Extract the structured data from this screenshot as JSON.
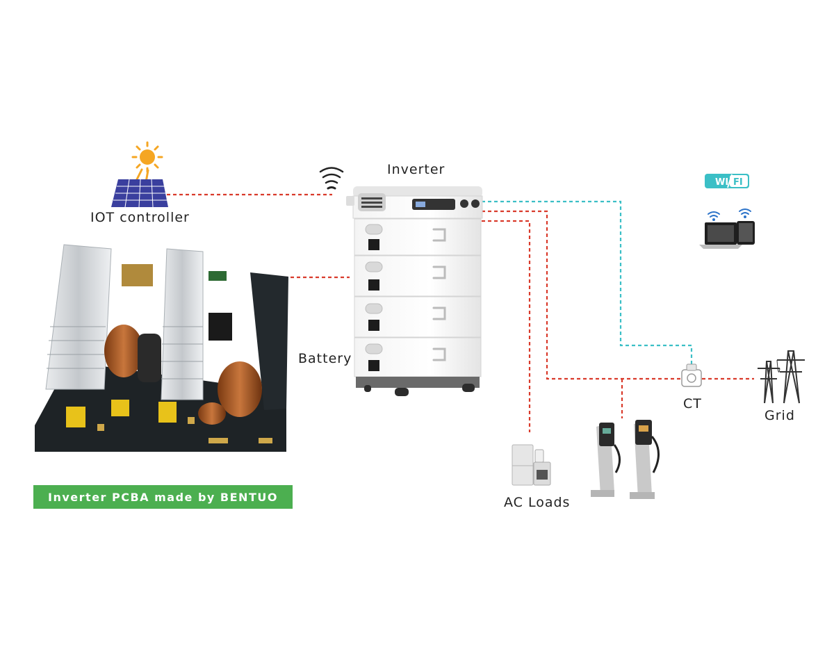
{
  "labels": {
    "iot_controller": "IOT controller",
    "inverter": "Inverter",
    "battery": "Battery",
    "ac_loads": "AC Loads",
    "ct": "CT",
    "grid": "Grid"
  },
  "wifi_badge": {
    "left": "WI",
    "right": "FI"
  },
  "banner": {
    "text": "Inverter PCBA made by BENTUO"
  },
  "colors": {
    "power_line": "#d93a2b",
    "data_line": "#3bbfc6",
    "banner_bg": "#4caf50",
    "sun": "#f5a623",
    "solar_panel": "#3a3f9e",
    "wifi_badge": "#3bbfc6"
  },
  "icons": [
    "sun-icon",
    "solar-panel-icon",
    "wireless-signal-icon",
    "wifi-badge-icon",
    "laptop-icon",
    "tablet-icon",
    "inverter-battery-stack",
    "pcba-board",
    "ct-sensor-icon",
    "grid-tower-icon",
    "appliances-icon",
    "ev-charger-icon"
  ]
}
